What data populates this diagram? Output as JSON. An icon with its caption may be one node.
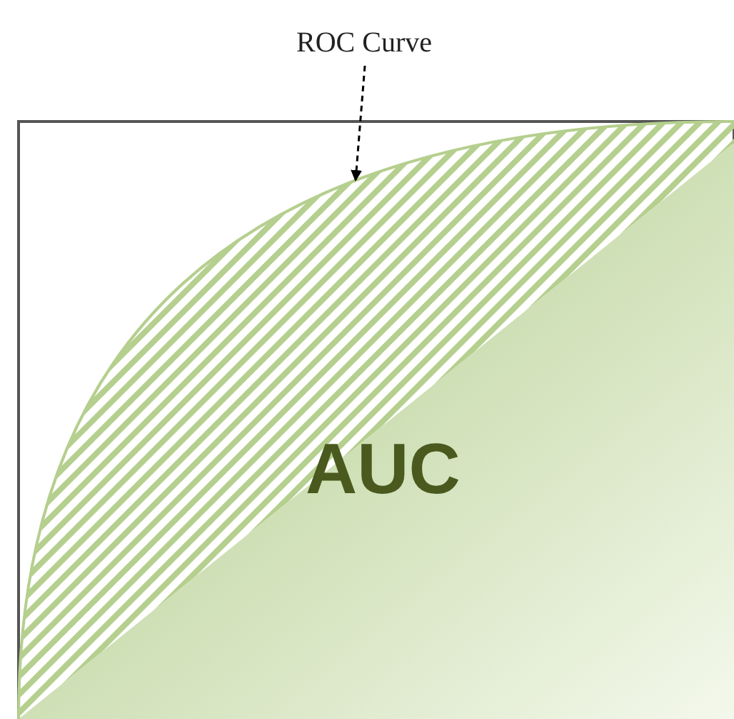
{
  "diagram": {
    "nodes": [
      {
        "text": [
          "ROC Curve"
        ]
      },
      {
        "text": [],
        "shape": "curve"
      }
    ],
    "edges": [
      {
        "from": 0,
        "to": 1,
        "arrow": "to",
        "style": "dashed"
      }
    ],
    "labels": [
      "AUC"
    ]
  }
}
